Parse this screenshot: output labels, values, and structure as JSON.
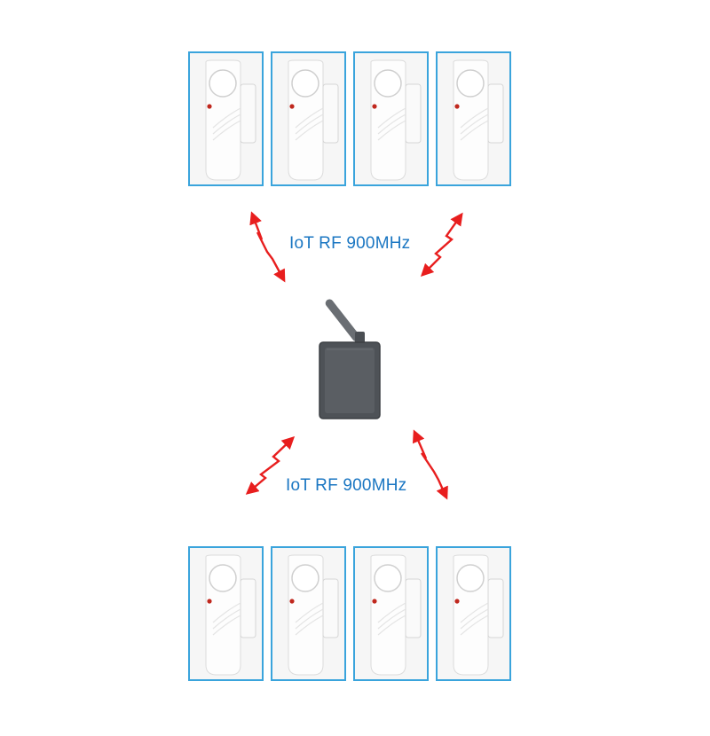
{
  "links": {
    "top_label": "IoT RF 900MHz",
    "bottom_label": "IoT RF 900MHz",
    "arrow_color": "#e81e1e",
    "label_color": "#1a76c2"
  },
  "sensors": {
    "top_count": 4,
    "bottom_count": 4,
    "border_color": "#3aa4dc",
    "led_color": "#c0281e"
  },
  "hub": {
    "icon": "gateway-antenna-icon",
    "body_color": "#4e5257"
  }
}
